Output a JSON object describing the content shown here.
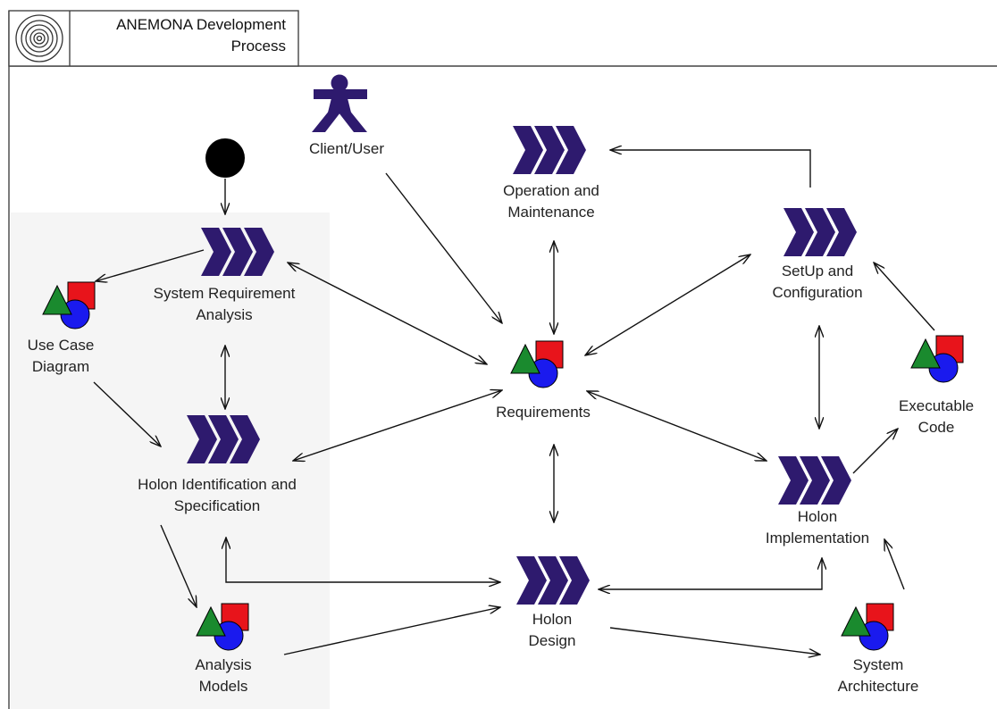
{
  "header": {
    "title_line1": "ANEMONA Development",
    "title_line2": "Process",
    "icon": "spiral-icon"
  },
  "colors": {
    "activity": "#2e1a6e",
    "artifact_square": "#e8141b",
    "artifact_triangle": "#1a8a2e",
    "artifact_circle": "#1a1aee",
    "region_fill": "#f5f5f5",
    "line": "#111111"
  },
  "nodes": {
    "start": {
      "kind": "initial-node"
    },
    "client_user": {
      "kind": "actor",
      "label": [
        "Client/User"
      ]
    },
    "system_requirement_analysis": {
      "kind": "activity",
      "label": [
        "System Requirement",
        "Analysis"
      ]
    },
    "operation_maintenance": {
      "kind": "activity",
      "label": [
        "Operation and",
        "Maintenance"
      ]
    },
    "setup_configuration": {
      "kind": "activity",
      "label": [
        "SetUp and",
        "Configuration"
      ]
    },
    "holon_identification": {
      "kind": "activity",
      "label": [
        "Holon Identification and",
        "Specification"
      ]
    },
    "holon_implementation": {
      "kind": "activity",
      "label": [
        "Holon",
        "Implementation"
      ]
    },
    "holon_design": {
      "kind": "activity",
      "label": [
        "Holon",
        "Design"
      ]
    },
    "use_case_diagram": {
      "kind": "artifact",
      "label": [
        "Use Case",
        "Diagram"
      ]
    },
    "requirements": {
      "kind": "artifact",
      "label": [
        "Requirements"
      ]
    },
    "executable_code": {
      "kind": "artifact",
      "label": [
        "Executable",
        "Code"
      ]
    },
    "analysis_models": {
      "kind": "artifact",
      "label": [
        "Analysis",
        "Models"
      ]
    },
    "system_architecture": {
      "kind": "artifact",
      "label": [
        "System",
        "Architecture"
      ]
    }
  },
  "edges": [
    {
      "from": "start",
      "to": "system_requirement_analysis",
      "dir": "forward"
    },
    {
      "from": "system_requirement_analysis",
      "to": "use_case_diagram",
      "dir": "forward"
    },
    {
      "from": "use_case_diagram",
      "to": "holon_identification",
      "dir": "forward"
    },
    {
      "from": "system_requirement_analysis",
      "to": "holon_identification",
      "dir": "both"
    },
    {
      "from": "system_requirement_analysis",
      "to": "requirements",
      "dir": "both"
    },
    {
      "from": "client_user",
      "to": "requirements",
      "dir": "forward"
    },
    {
      "from": "operation_maintenance",
      "to": "requirements",
      "dir": "both"
    },
    {
      "from": "setup_configuration",
      "to": "operation_maintenance",
      "dir": "forward"
    },
    {
      "from": "requirements",
      "to": "setup_configuration",
      "dir": "both"
    },
    {
      "from": "holon_identification",
      "to": "requirements",
      "dir": "both"
    },
    {
      "from": "requirements",
      "to": "holon_implementation",
      "dir": "both"
    },
    {
      "from": "requirements",
      "to": "holon_design",
      "dir": "both"
    },
    {
      "from": "setup_configuration",
      "to": "holon_implementation",
      "dir": "both"
    },
    {
      "from": "executable_code",
      "to": "setup_configuration",
      "dir": "forward"
    },
    {
      "from": "holon_implementation",
      "to": "executable_code",
      "dir": "forward"
    },
    {
      "from": "holon_identification",
      "to": "analysis_models",
      "dir": "forward"
    },
    {
      "from": "holon_identification",
      "to": "holon_design",
      "dir": "both"
    },
    {
      "from": "analysis_models",
      "to": "holon_design",
      "dir": "forward"
    },
    {
      "from": "holon_design",
      "to": "holon_implementation",
      "dir": "both"
    },
    {
      "from": "holon_design",
      "to": "system_architecture",
      "dir": "forward"
    },
    {
      "from": "system_architecture",
      "to": "holon_implementation",
      "dir": "forward"
    }
  ]
}
